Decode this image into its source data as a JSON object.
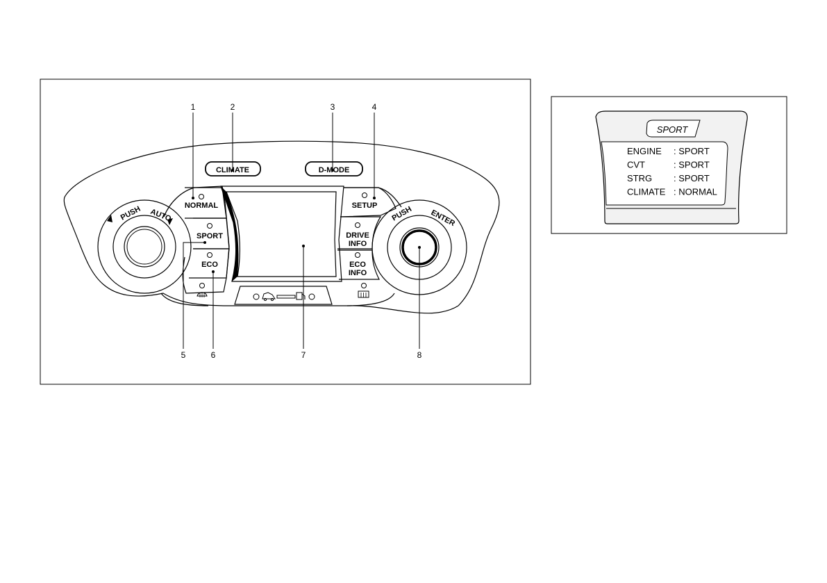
{
  "panel": {
    "buttons": {
      "climate": "CLIMATE",
      "dmode": "D-MODE",
      "normal": "NORMAL",
      "sport": "SPORT",
      "eco": "ECO",
      "setup": "SETUP",
      "drive_info_1": "DRIVE",
      "drive_info_2": "INFO",
      "eco_info_1": "ECO",
      "eco_info_2": "INFO"
    },
    "left_knob": {
      "push": "PUSH",
      "auto": "AUTO"
    },
    "right_knob": {
      "push": "PUSH",
      "enter": "ENTER"
    },
    "callouts": [
      "1",
      "2",
      "3",
      "4",
      "5",
      "6",
      "7",
      "8"
    ]
  },
  "display": {
    "title": "SPORT",
    "rows": [
      {
        "label": "ENGINE",
        "value": ": SPORT"
      },
      {
        "label": "CVT",
        "value": ": SPORT"
      },
      {
        "label": "STRG",
        "value": ": SPORT"
      },
      {
        "label": "CLIMATE",
        "value": ": NORMAL"
      }
    ]
  }
}
